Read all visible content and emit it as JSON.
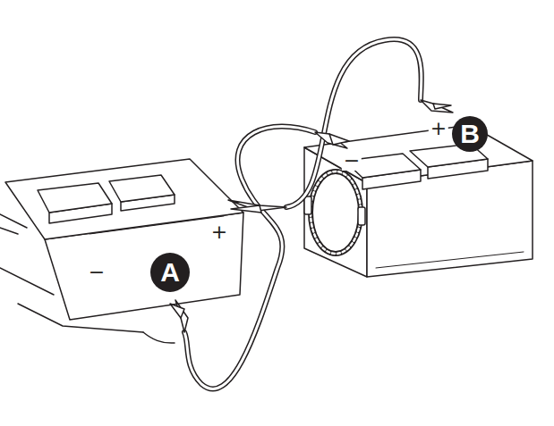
{
  "diagram": {
    "labels": [
      "+",
      "B",
      "−",
      "+",
      "A",
      "−"
    ]
  }
}
